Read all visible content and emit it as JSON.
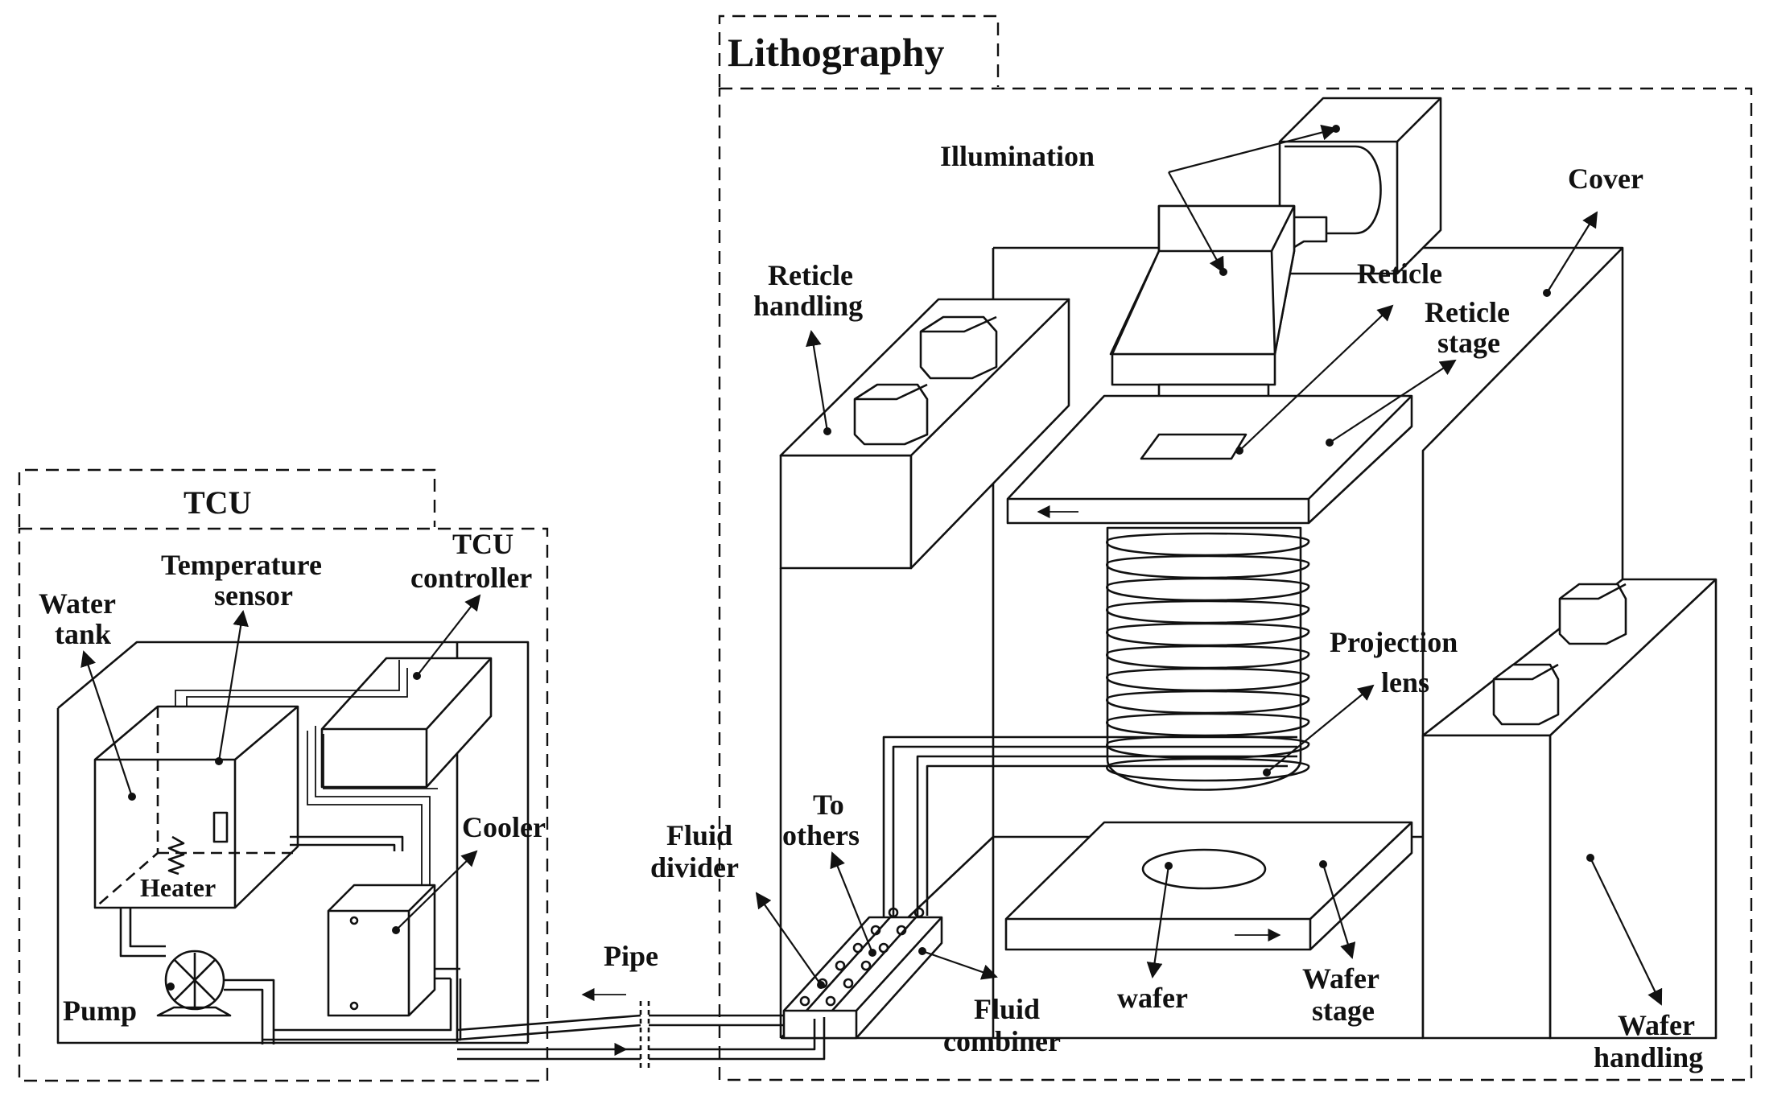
{
  "diagram": {
    "groups": {
      "lithography": "Lithography",
      "tcu": "TCU"
    },
    "labels": {
      "illumination": "Illumination",
      "cover": "Cover",
      "reticle_handling_1": "Reticle",
      "reticle_handling_2": "handling",
      "reticle": "Reticle",
      "reticle_stage_1": "Reticle",
      "reticle_stage_2": "stage",
      "projection_lens_1": "Projection",
      "projection_lens_2": "lens",
      "to_others_1": "To",
      "to_others_2": "others",
      "fluid_divider_1": "Fluid",
      "fluid_divider_2": "divider",
      "fluid_combiner_1": "Fluid",
      "fluid_combiner_2": "combiner",
      "wafer": "wafer",
      "wafer_stage_1": "Wafer",
      "wafer_stage_2": "stage",
      "wafer_handling_1": "Wafer",
      "wafer_handling_2": "handling",
      "pipe": "Pipe",
      "temp_sensor_1": "Temperature",
      "temp_sensor_2": "sensor",
      "tcu_controller_1": "TCU",
      "tcu_controller_2": "controller",
      "water_tank_1": "Water",
      "water_tank_2": "tank",
      "cooler": "Cooler",
      "heater": "Heater",
      "pump": "Pump"
    }
  }
}
